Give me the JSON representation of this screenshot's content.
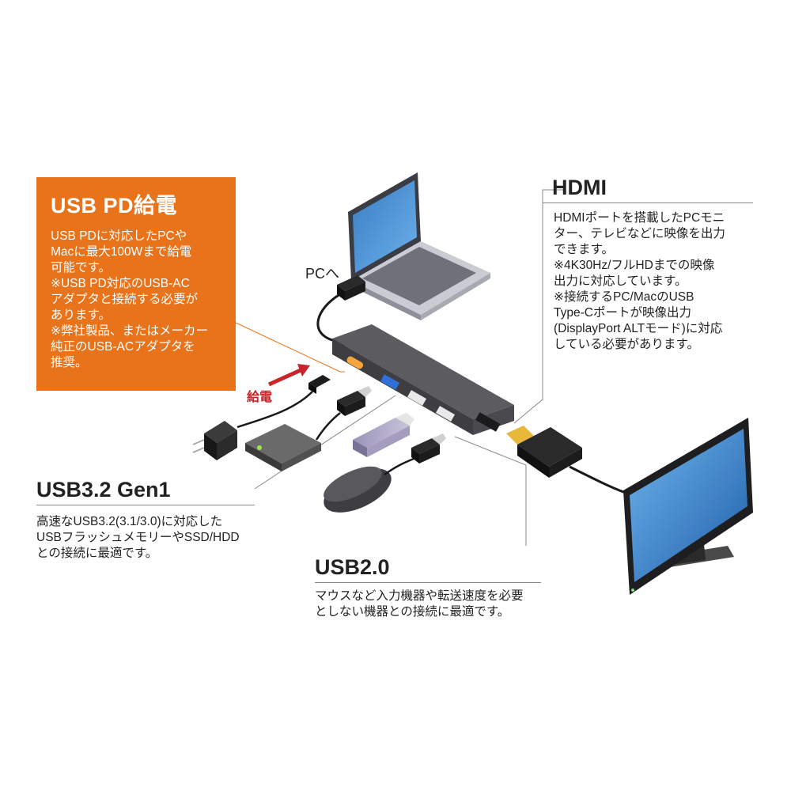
{
  "usb_pd": {
    "title": "USB PD給電",
    "body": "USB PDに対応したPCや\nMacに最大100Wまで給電\n可能です。\n※USB PD対応のUSB-AC\nアダプタと接続する必要が\nあります。\n※弊社製品、またはメーカー\n純正のUSB-ACアダプタを\n推奨。"
  },
  "hdmi": {
    "title": "HDMI",
    "body": "HDMIポートを搭載したPCモニ\nター、テレビなどに映像を出力\nできます。\n※4K30Hz/フルHDまでの映像\n出力に対応しています。\n※接続するPC/MacのUSB\nType-Cポートが映像出力\n(DisplayPort ALTモード)に対応\nしている必要があります。"
  },
  "usb32": {
    "title": "USB3.2 Gen1",
    "body": "高速なUSB3.2(3.1/3.0)に対応した\nUSBフラッシュメモリーやSSD/HDD\nとの接続に最適です。"
  },
  "usb20": {
    "title": "USB2.0",
    "body": "マウスなど入力機器や転送速度を必要\nとしない機器との接続に最適です。"
  },
  "labels": {
    "pc": "PCへ",
    "kyuden": "給電"
  },
  "colors": {
    "orange": "#e8731a",
    "red_arrow": "#c8242a",
    "hub": "#4a4a4c",
    "screen": "#3a7cc4"
  }
}
